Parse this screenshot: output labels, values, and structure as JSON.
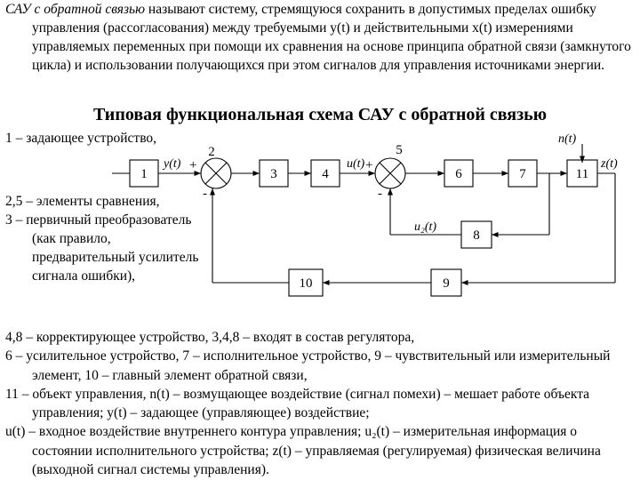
{
  "intro": {
    "term": "САУ с обратной связью",
    "text": " называют систему, стремящуюся сохранить в допустимых пределах ошибку управления (рассогласования) между требуемыми y(t) и действительными x(t) измерениями управляемых переменных при помощи их сравнения на основе принципа обратной связи (замкнутого цикла) и использовании получающихся при этом сигналов для управления источниками энергии."
  },
  "title": "Типовая функциональная схема САУ с обратной связью",
  "legend": {
    "item1": "1 – задающее устройство,",
    "item2_5": "2,5 – элементы сравнения,",
    "item3": "3 – первичный преобразователь (как правило, предварительный усилитель сигнала ошибки),"
  },
  "diagram": {
    "blocks": [
      "1",
      "3",
      "4",
      "6",
      "7",
      "11",
      "8",
      "10",
      "9"
    ],
    "comparators": [
      "2",
      "5"
    ],
    "signals": {
      "y": "y(t)",
      "u": "u(t)",
      "n": "n(t)",
      "z": "z(t)",
      "u2": "u₂(t)"
    },
    "plus": "+",
    "minus": "-"
  },
  "bottom": [
    "4,8 – корректирующее устройство, 3,4,8 – входят в состав регулятора,",
    "6 – усилительное устройство, 7 – исполнительное устройство, 9 – чувствительный или измерительный элемент, 10 – главный элемент обратной связи,",
    "11 – объект управления, n(t) – возмущающее воздействие (сигнал помехи) – мешает работе объекта управления; y(t) – задающее (управляющее) воздействие;",
    "u(t) – входное воздействие внутреннего контура управления; u₂(t) – измерительная информация о состоянии исполнительного устройства; z(t) – управляемая (регулируемая) физическая величина (выходной сигнал системы управления)."
  ]
}
